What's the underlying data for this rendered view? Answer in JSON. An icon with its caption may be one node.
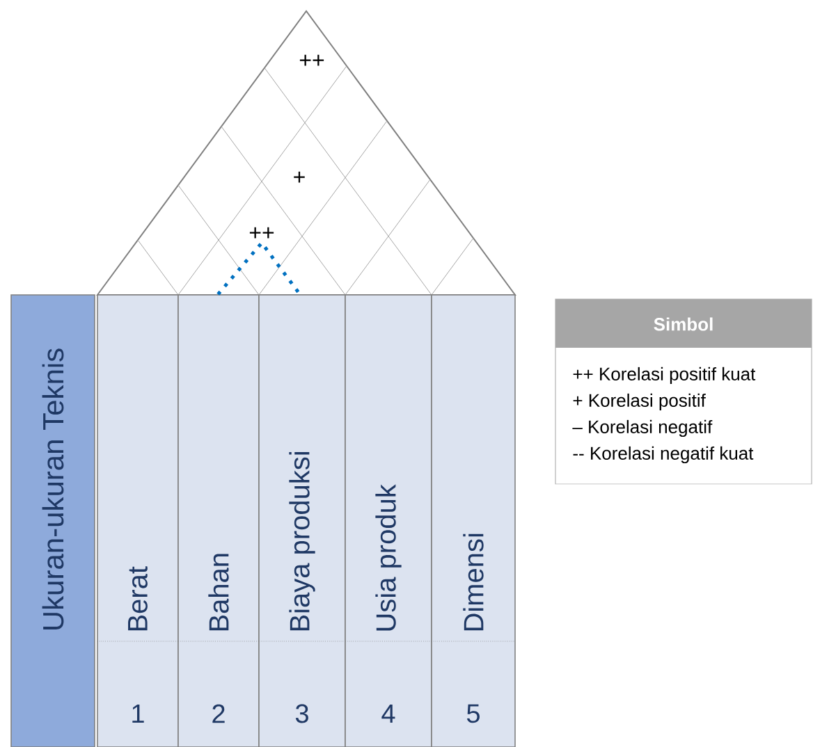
{
  "diagram": {
    "nodes": [
      {
        "text": [
          "Ukuran-ukuran Teknis"
        ]
      },
      {
        "text": [
          "Berat",
          "1"
        ]
      },
      {
        "text": [
          "Bahan",
          "2"
        ]
      },
      {
        "text": [
          "Biaya produksi",
          "3"
        ]
      },
      {
        "text": [
          "Usia produk",
          "4"
        ]
      },
      {
        "text": [
          "Dimensi",
          "5"
        ]
      },
      {
        "text": [
          "Simbol",
          "++ Korelasi positif kuat",
          "+  Korelasi positif",
          "–  Korelasi negatif",
          "-- Korelasi negatif kuat"
        ]
      }
    ],
    "edges": [
      {
        "from": 2,
        "to": 3,
        "arrow": "none",
        "style": "dashed",
        "color": "#0070c0"
      }
    ],
    "labels": [
      "++",
      "+",
      "++"
    ]
  }
}
